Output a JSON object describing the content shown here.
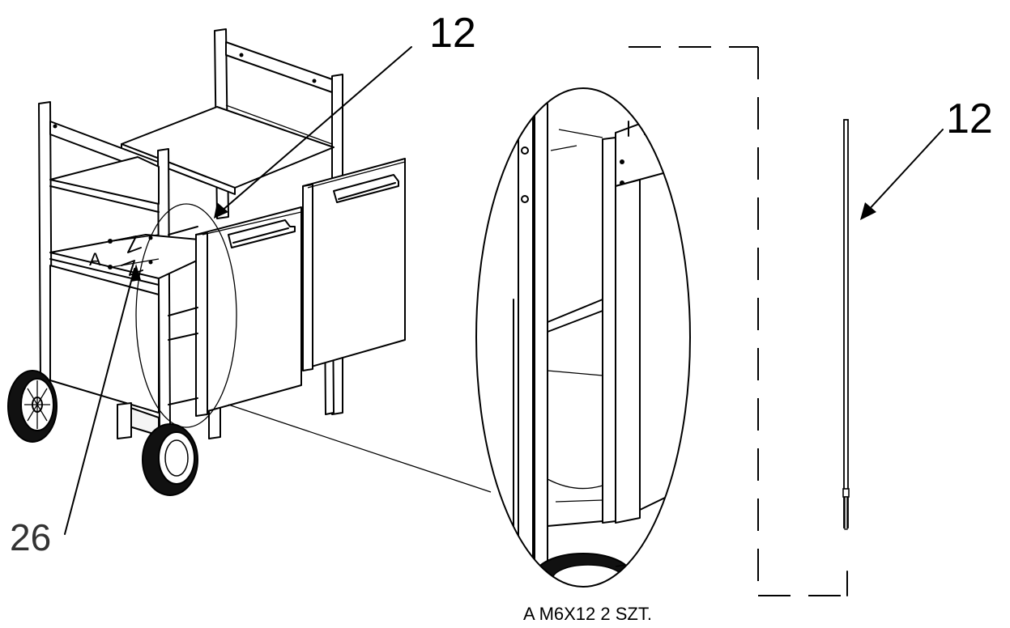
{
  "callouts": {
    "main_part_number": "12",
    "side_part_number": "12",
    "hinge_part_number": "26",
    "detail_letter": "A"
  },
  "caption": {
    "text": "A M6X12  2 SZT."
  }
}
